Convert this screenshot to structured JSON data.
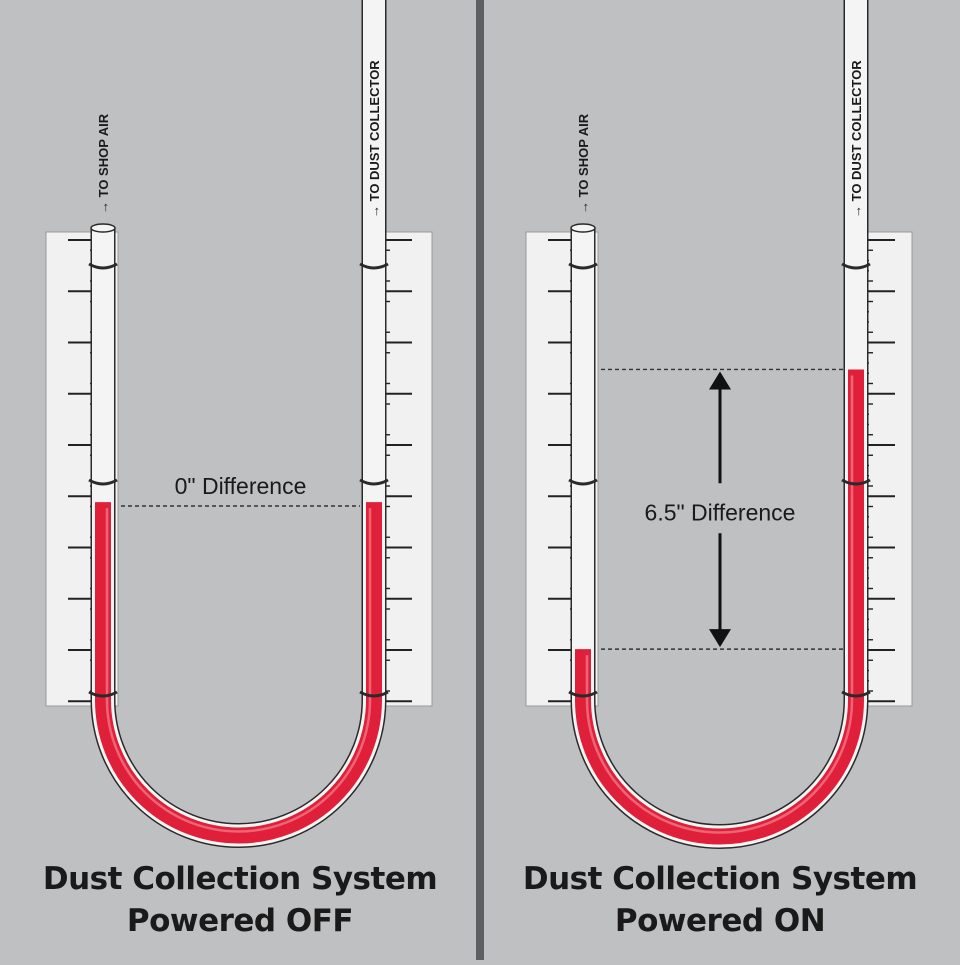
{
  "colors": {
    "background": "#bfc0c2",
    "divider": "#5e5f62",
    "ruler": "#f1f1f1",
    "tube": "#f4f4f4",
    "outline": "#2a2a2a",
    "fluid": "#e0203a",
    "fluid_highlight": "#f07585",
    "text": "#1a1a1a"
  },
  "icons": {
    "arrow": "up-arrow-icon",
    "clip": "tube-clip-icon"
  },
  "panels": [
    {
      "id": "off",
      "left_label": "→ TO SHOP AIR",
      "right_label": "→ TO DUST COLLECTOR",
      "difference_label": "0\" Difference",
      "difference_inches": 0,
      "left_level_ruler_fraction": 0.57,
      "right_level_ruler_fraction": 0.57,
      "caption_line1": "Dust Collection System",
      "caption_line2": "Powered OFF"
    },
    {
      "id": "on",
      "left_label": "→ TO SHOP AIR",
      "right_label": "→ TO DUST COLLECTOR",
      "difference_label": "6.5\" Difference",
      "difference_inches": 6.5,
      "left_level_ruler_fraction": 0.88,
      "right_level_ruler_fraction": 0.29,
      "caption_line1": "Dust Collection System",
      "caption_line2": "Powered ON"
    }
  ]
}
